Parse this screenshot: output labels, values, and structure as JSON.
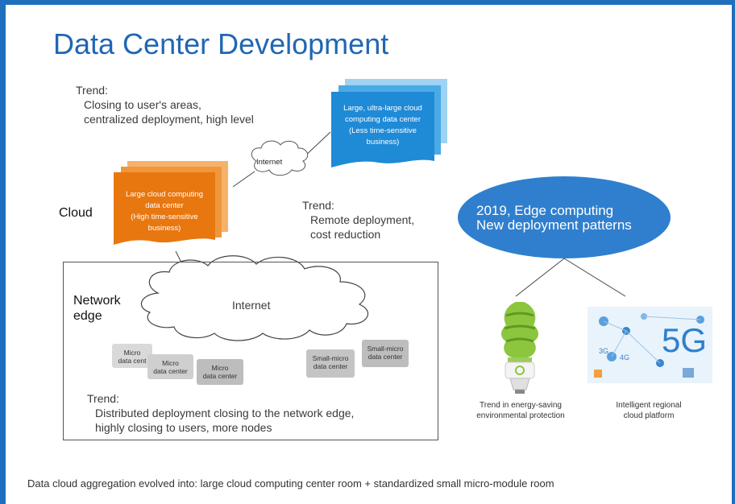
{
  "title": "Data Center Development",
  "trend_top": {
    "heading": "Trend:",
    "lines": [
      "Closing to user's areas,",
      "centralized deployment, high level"
    ]
  },
  "trend_middle": {
    "heading": "Trend:",
    "lines": [
      "Remote deployment,",
      "cost reduction"
    ]
  },
  "trend_edge": {
    "heading": "Trend:",
    "lines": [
      "Distributed deployment closing to the network edge,",
      "highly closing to users, more nodes"
    ]
  },
  "cloud_label": "Cloud",
  "network_edge_label": [
    "Network",
    "edge"
  ],
  "internet_small": "Internet",
  "internet_big": "Internet",
  "large_cloud_card": [
    "Large cloud computing",
    "data center",
    "(High time-sensitive",
    "business)"
  ],
  "ultra_cloud_card": [
    "Large, ultra-large cloud",
    "computing data center",
    "(Less time-sensitive",
    "business)"
  ],
  "micro_centers": [
    [
      "Micro",
      "data cent"
    ],
    [
      "Micro",
      "data center"
    ],
    [
      "Micro",
      "data center"
    ],
    [
      "Small-micro",
      "data center"
    ],
    [
      "Small-micro",
      "data center"
    ]
  ],
  "edge_computing": [
    "2019, Edge computing",
    "New deployment patterns"
  ],
  "caption_energy": [
    "Trend in energy-saving",
    "environmental protection"
  ],
  "caption_5g": [
    "Intelligent regional",
    "cloud platform"
  ],
  "fiveg_image": {
    "big": "5G",
    "small": [
      "3G",
      "4G"
    ]
  },
  "bottom_note": "Data cloud aggregation evolved into: large cloud computing center room + standardized small micro-module room",
  "colors": {
    "accent": "#2166b3",
    "orange": "#e8770f",
    "blue": "#1f8ad6",
    "ellipse": "#2f7fce"
  }
}
